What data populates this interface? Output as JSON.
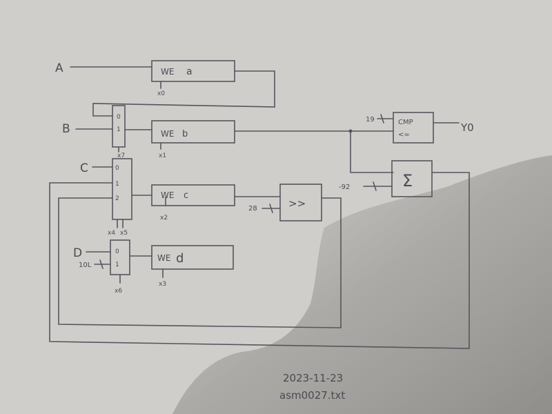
{
  "inputs": {
    "a": "A",
    "b": "B",
    "c": "C",
    "d": "D"
  },
  "registers": [
    {
      "we": "WE",
      "name": "a",
      "control": "x0"
    },
    {
      "we": "WE",
      "name": "b",
      "control": "x1"
    },
    {
      "we": "WE",
      "name": "c",
      "control": "x2"
    },
    {
      "we": "WE",
      "name": "d",
      "control": "x3"
    }
  ],
  "mux_b": {
    "in0": "0",
    "in1": "1",
    "select": "x7"
  },
  "mux_c": {
    "in0": "0",
    "in1": "1",
    "in2": "2",
    "select0": "x4",
    "select1": "x5"
  },
  "mux_d": {
    "in0": "0",
    "in1": "1",
    "select": "x6",
    "const_input": "10L"
  },
  "comparator": {
    "label1": "CMP",
    "label2": "<=",
    "const_input": "19",
    "output": "Y0"
  },
  "adder": {
    "symbol": "Σ",
    "const_input": "-92"
  },
  "shifter": {
    "symbol": ">>",
    "const_input": "28"
  },
  "footer": {
    "date": "2023-11-23",
    "filename": "asm0027.txt"
  }
}
